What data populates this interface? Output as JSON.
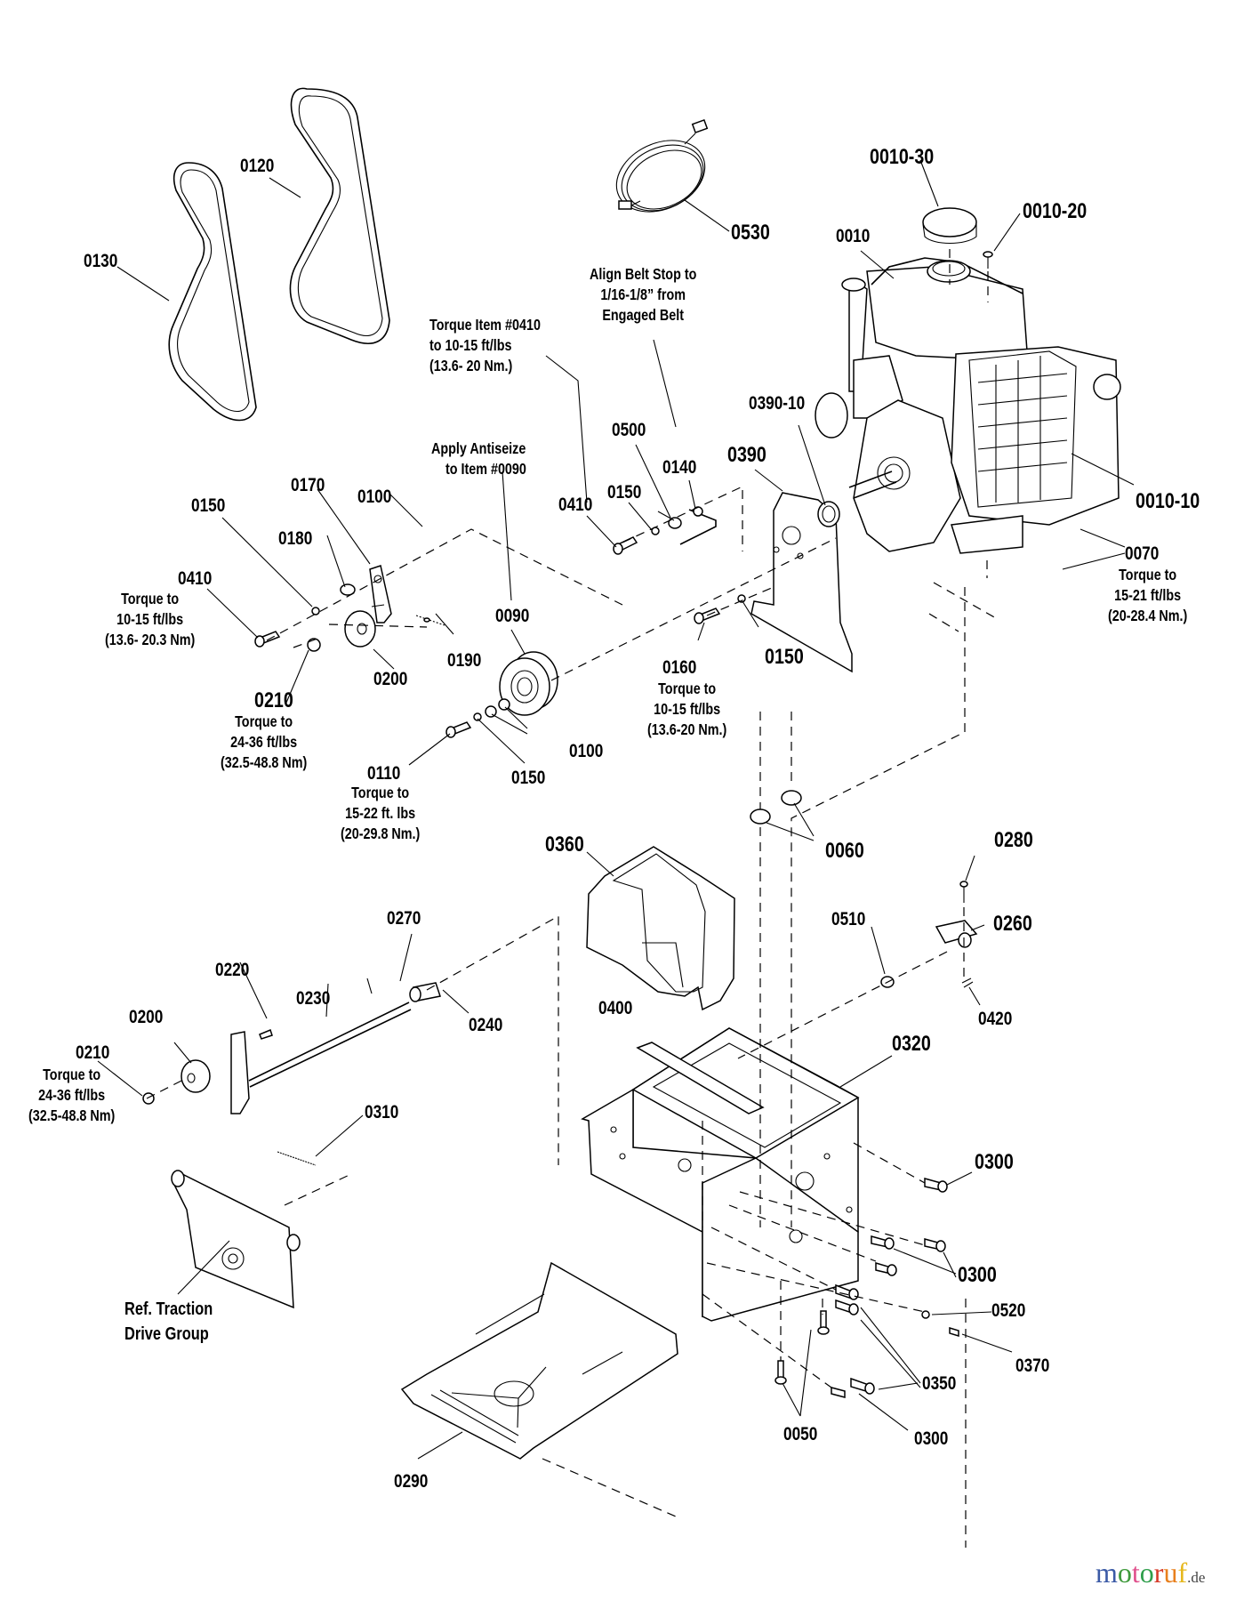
{
  "diagram": {
    "title": "Snow thrower engine & frame parts diagram",
    "callouts": [
      {
        "id": "belt-0120",
        "text": "0120"
      },
      {
        "id": "belt-0130",
        "text": "0130"
      },
      {
        "id": "cord-0530",
        "text": "0530"
      },
      {
        "id": "cap-0010-30",
        "text": "0010-30"
      },
      {
        "id": "screw-0010-20",
        "text": "0010-20"
      },
      {
        "id": "engine-0010",
        "text": "0010"
      },
      {
        "id": "muffler-0010-10",
        "text": "0010-10"
      },
      {
        "id": "seal-0390-10",
        "text": "0390-10"
      },
      {
        "id": "plate-0390",
        "text": "0390"
      },
      {
        "id": "washer-0500",
        "text": "0500"
      },
      {
        "id": "stop-0140",
        "text": "0140"
      },
      {
        "id": "washer-0150-a",
        "text": "0150"
      },
      {
        "id": "bolt-0410-a",
        "text": "0410"
      },
      {
        "id": "nut-0070",
        "text": "0070"
      },
      {
        "id": "bracket-0170",
        "text": "0170"
      },
      {
        "id": "washer-0100-a",
        "text": "0100"
      },
      {
        "id": "washer-0150-b",
        "text": "0150"
      },
      {
        "id": "spacer-0180",
        "text": "0180"
      },
      {
        "id": "bolt-0410-b",
        "text": "0410"
      },
      {
        "id": "pulley-0200-a",
        "text": "0200"
      },
      {
        "id": "spring-0190",
        "text": "0190"
      },
      {
        "id": "nut-0210-a",
        "text": "0210"
      },
      {
        "id": "pulley-0090",
        "text": "0090"
      },
      {
        "id": "bolt-0160",
        "text": "0160"
      },
      {
        "id": "washer-0150-c",
        "text": "0150"
      },
      {
        "id": "washer-0100-b",
        "text": "0100"
      },
      {
        "id": "bolt-0110",
        "text": "0110"
      },
      {
        "id": "washer-0150-d",
        "text": "0150"
      },
      {
        "id": "belt-cover-0360",
        "text": "0360"
      },
      {
        "id": "washer-0060",
        "text": "0060"
      },
      {
        "id": "pin-0280",
        "text": "0280"
      },
      {
        "id": "bracket-0260",
        "text": "0260"
      },
      {
        "id": "washer-0510",
        "text": "0510"
      },
      {
        "id": "clip-0420",
        "text": "0420"
      },
      {
        "id": "pin-0270",
        "text": "0270"
      },
      {
        "id": "bolt-0220",
        "text": "0220"
      },
      {
        "id": "rod-0230",
        "text": "0230"
      },
      {
        "id": "pulley-0200-b",
        "text": "0200"
      },
      {
        "id": "spacer-0240",
        "text": "0240"
      },
      {
        "id": "nut-0210-b",
        "text": "0210"
      },
      {
        "id": "spring-0310",
        "text": "0310"
      },
      {
        "id": "strip-0400",
        "text": "0400"
      },
      {
        "id": "frame-0320",
        "text": "0320"
      },
      {
        "id": "screw-0300-a",
        "text": "0300"
      },
      {
        "id": "screw-0300-b",
        "text": "0300"
      },
      {
        "id": "washer-0520",
        "text": "0520"
      },
      {
        "id": "screw-0370",
        "text": "0370"
      },
      {
        "id": "screw-0350",
        "text": "0350"
      },
      {
        "id": "bolt-0050",
        "text": "0050"
      },
      {
        "id": "screw-0300-c",
        "text": "0300"
      },
      {
        "id": "pan-0290",
        "text": "0290"
      }
    ],
    "notes": {
      "align_belt_stop": "Align Belt Stop to\n1/16-1/8” from\nEngaged Belt",
      "torque_item_0410": "Torque Item #0410\nto 10-15 ft/lbs\n(13.6- 20 Nm.)",
      "apply_antiseize": "Apply Antiseize\n    to Item #0090",
      "torque_0070": "Torque to\n15-21 ft/lbs\n(20-28.4 Nm.)",
      "torque_0410": "Torque to\n10-15 ft/lbs\n(13.6- 20.3 Nm)",
      "torque_0210_a": "Torque to\n24-36 ft/lbs\n(32.5-48.8 Nm)",
      "torque_0160": "Torque to\n10-15 ft/lbs\n(13.6-20 Nm.)",
      "torque_0110": "Torque to\n15-22 ft. lbs\n(20-29.8 Nm.)",
      "torque_0210_b": "Torque to\n24-36 ft/lbs\n(32.5-48.8 Nm)",
      "ref_traction": "Ref. Traction\nDrive Group"
    }
  },
  "watermark": {
    "letters": [
      {
        "ch": "m",
        "color": "#3b5aa6"
      },
      {
        "ch": "o",
        "color": "#3f9a3c"
      },
      {
        "ch": "t",
        "color": "#e0508c"
      },
      {
        "ch": "o",
        "color": "#2f9e4c"
      },
      {
        "ch": "r",
        "color": "#d63a28"
      },
      {
        "ch": "u",
        "color": "#e8801e"
      },
      {
        "ch": "f",
        "color": "#e6b81e"
      }
    ],
    "tld": ".de"
  }
}
